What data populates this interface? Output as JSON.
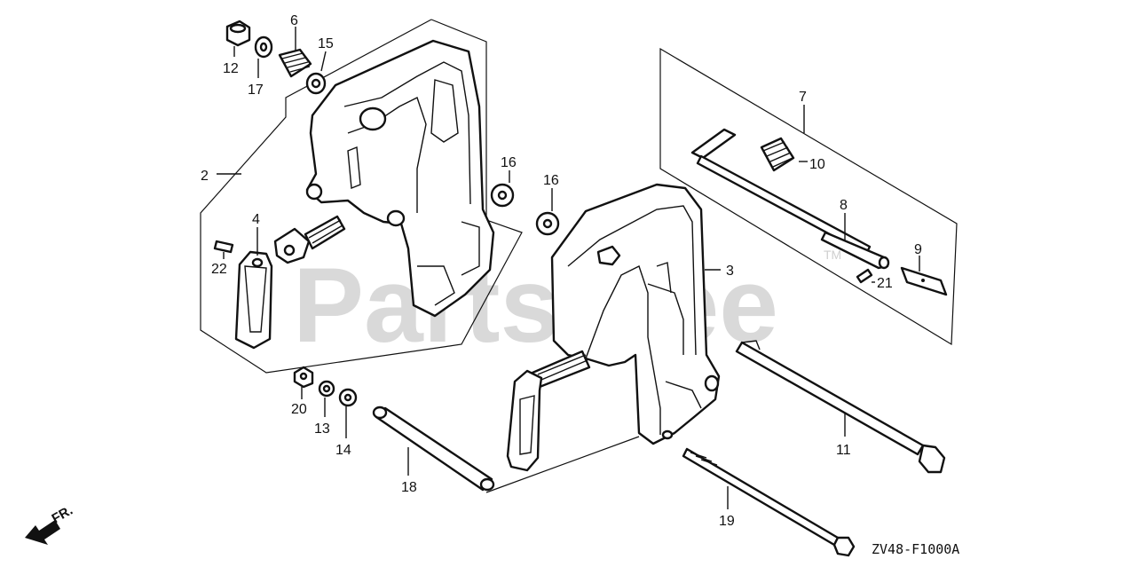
{
  "watermark": {
    "text": "PartsTree",
    "trademark": "TM"
  },
  "diagram_code": "ZV48-F1000A",
  "direction": {
    "label": "FR."
  },
  "callouts": [
    {
      "id": "c1",
      "text": "12"
    },
    {
      "id": "c2",
      "text": "17"
    },
    {
      "id": "c3",
      "text": "6"
    },
    {
      "id": "c4",
      "text": "15"
    },
    {
      "id": "c5",
      "text": "2"
    },
    {
      "id": "c6",
      "text": "4"
    },
    {
      "id": "c7",
      "text": "22"
    },
    {
      "id": "c8",
      "text": "16"
    },
    {
      "id": "c9",
      "text": "16"
    },
    {
      "id": "c10",
      "text": "7"
    },
    {
      "id": "c11",
      "text": "10"
    },
    {
      "id": "c12",
      "text": "8"
    },
    {
      "id": "c13",
      "text": "9"
    },
    {
      "id": "c14",
      "text": "21"
    },
    {
      "id": "c15",
      "text": "3"
    },
    {
      "id": "c16",
      "text": "20"
    },
    {
      "id": "c17",
      "text": "13"
    },
    {
      "id": "c18",
      "text": "14"
    },
    {
      "id": "c19",
      "text": "18"
    },
    {
      "id": "c20",
      "text": "11"
    },
    {
      "id": "c21",
      "text": "19"
    }
  ]
}
